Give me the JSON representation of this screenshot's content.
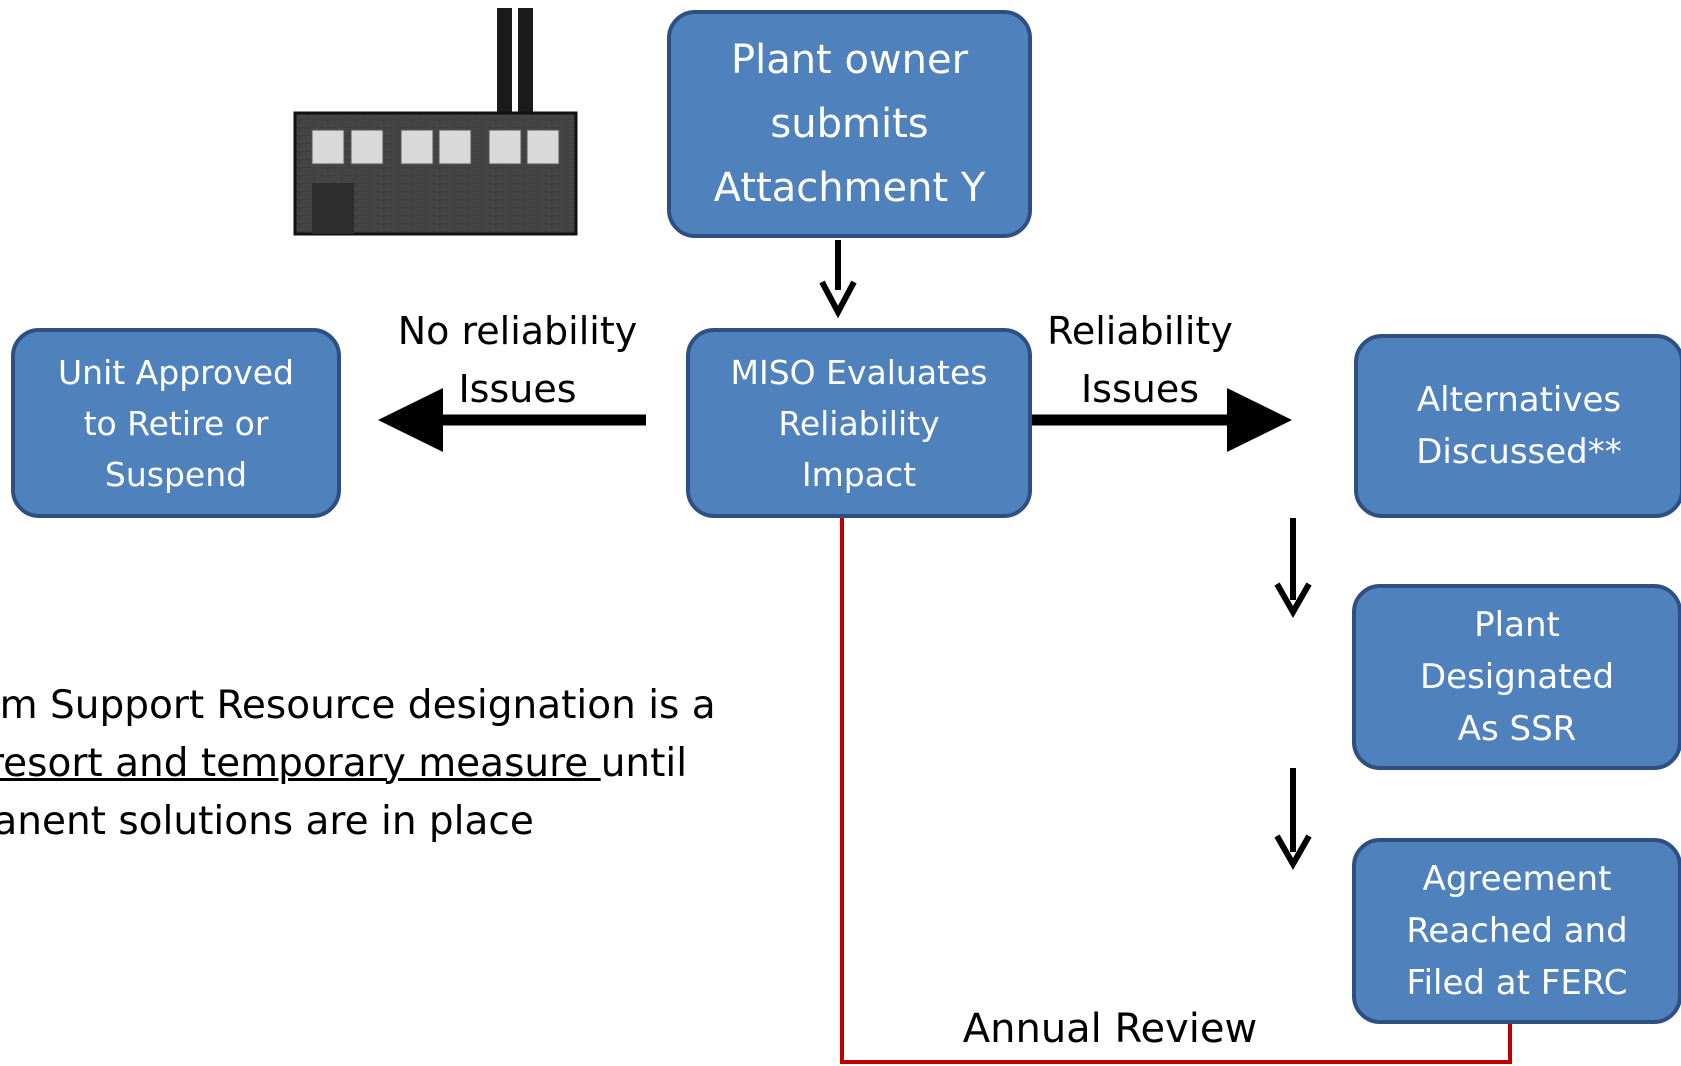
{
  "boxes": {
    "plant_owner": [
      "Plant owner",
      "submits",
      "Attachment Y"
    ],
    "miso": [
      "MISO Evaluates",
      "Reliability",
      "Impact"
    ],
    "unit": [
      "Unit Approved",
      "to Retire or",
      "Suspend"
    ],
    "alternatives": [
      "Alternatives",
      "Discussed**"
    ],
    "designated": [
      "Plant",
      "Designated",
      "As SSR"
    ],
    "agreement": [
      "Agreement",
      "Reached and",
      "Filed at FERC"
    ]
  },
  "labels": {
    "no_reliability": [
      "No reliability",
      "Issues"
    ],
    "reliability": [
      "Reliability",
      "Issues"
    ],
    "annual_review": "Annual Review"
  },
  "note": {
    "line1": "stem Support Resource designation is a",
    "line2_underlined": "st resort and temporary measure ",
    "line2_rest": "until",
    "line3": "rmanent solutions are in place"
  },
  "colors": {
    "box_fill": "#4f81bd",
    "box_border": "#2e4f82",
    "arrow": "#000000",
    "review_line": "#c00000",
    "factory_body": "#404040"
  },
  "icons": {
    "factory": "factory-icon"
  }
}
